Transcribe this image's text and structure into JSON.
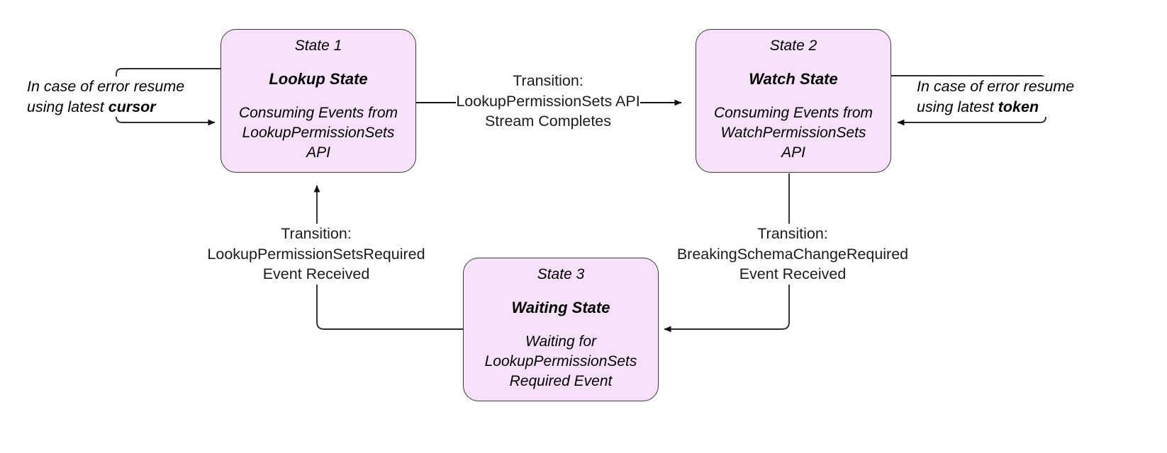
{
  "diagram": {
    "title_present": false,
    "colors": {
      "state_fill": "#f7e0f9",
      "state_stroke": "#3a3a3a",
      "edge_stroke": "#2b2b2b",
      "text": "#000000",
      "background": "#ffffff"
    }
  },
  "states": [
    {
      "id": "State 1",
      "name": "Lookup State",
      "description": "Consuming Events from\nLookupPermissionSets\nAPI"
    },
    {
      "id": "State 2",
      "name": "Watch State",
      "description": "Consuming Events from\nWatchPermissionSets\nAPI"
    },
    {
      "id": "State 3",
      "name": "Waiting State",
      "description": "Waiting for\nLookupPermissionSets\nRequired Event"
    }
  ],
  "transitions": [
    {
      "from": "State 1",
      "to": "State 2",
      "label": "Transition:\nLookupPermissionSets API\nStream Completes"
    },
    {
      "from": "State 2",
      "to": "State 3",
      "label": "Transition:\nBreakingSchemaChangeRequired\nEvent Received"
    },
    {
      "from": "State 3",
      "to": "State 1",
      "label": "Transition:\nLookupPermissionSetsRequired\nEvent Received"
    }
  ],
  "self_loops": [
    {
      "state": "State 1",
      "side": "left",
      "text_prefix": "In case of error resume\nusing latest ",
      "text_keyword": "cursor"
    },
    {
      "state": "State 2",
      "side": "right",
      "text_prefix": "In case of error resume\nusing latest ",
      "text_keyword": "token"
    }
  ]
}
